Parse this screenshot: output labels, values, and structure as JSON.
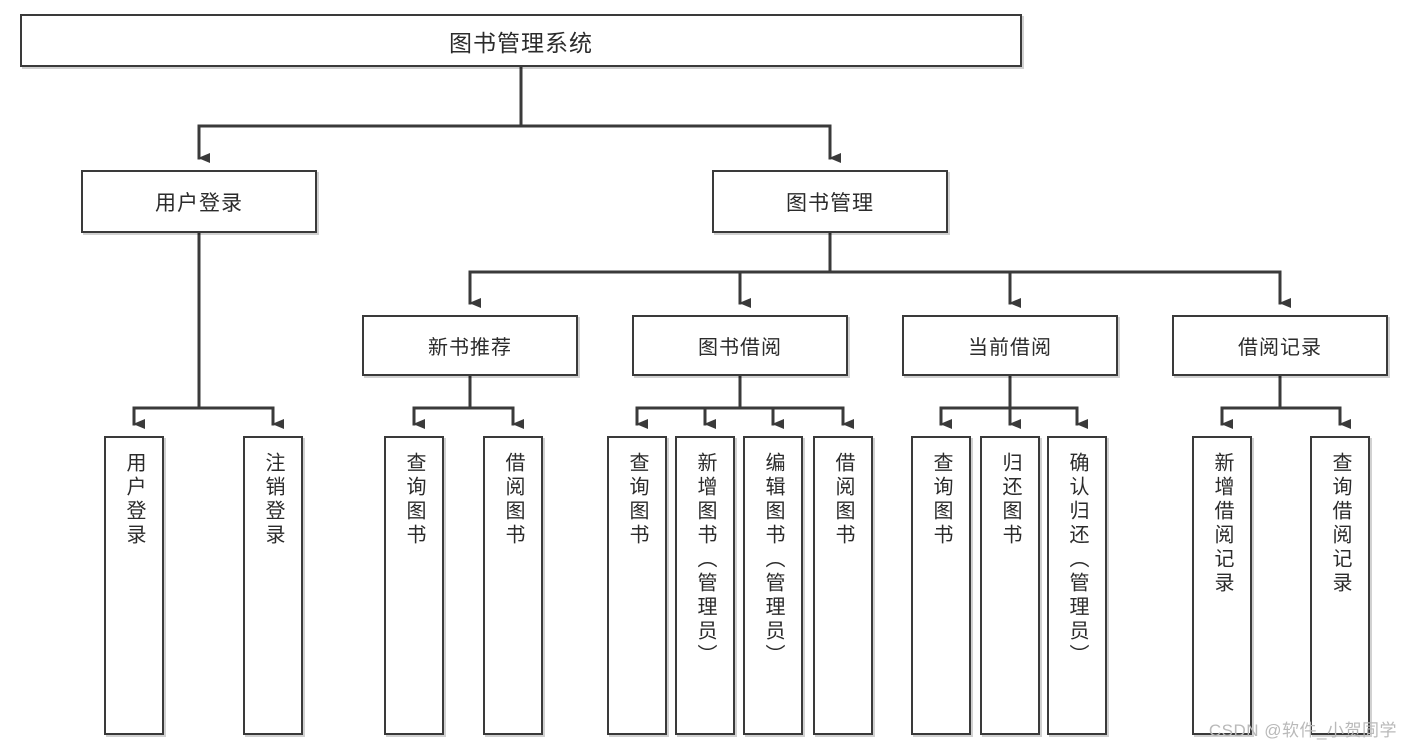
{
  "diagram": {
    "title": "图书管理系统",
    "type": "tree",
    "watermark": "CSDN @软件_小贺同学",
    "colors": {
      "stroke": "#3a3a3a",
      "text": "#2b2b2b",
      "background": "#ffffff",
      "watermark": "#b9b9b9"
    },
    "nodes": {
      "root": {
        "label": "图书管理系统"
      },
      "level2": [
        {
          "label": "用户登录"
        },
        {
          "label": "图书管理"
        }
      ],
      "level3": [
        {
          "label": "新书推荐"
        },
        {
          "label": "图书借阅"
        },
        {
          "label": "当前借阅"
        },
        {
          "label": "借阅记录"
        }
      ],
      "leaves": [
        {
          "label": "用户登录"
        },
        {
          "label": "注销登录"
        },
        {
          "label": "查询图书"
        },
        {
          "label": "借阅图书"
        },
        {
          "label": "查询图书"
        },
        {
          "label": "新增图书（管理员）"
        },
        {
          "label": "编辑图书（管理员）"
        },
        {
          "label": "借阅图书"
        },
        {
          "label": "查询图书"
        },
        {
          "label": "归还图书"
        },
        {
          "label": "确认归还（管理员）"
        },
        {
          "label": "新增借阅记录"
        },
        {
          "label": "查询借阅记录"
        }
      ]
    }
  }
}
